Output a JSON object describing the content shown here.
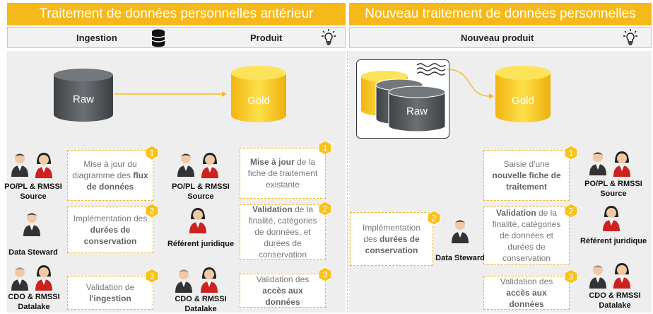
{
  "left": {
    "title": "Traitement de données personnelles antérieur",
    "ingestion_label": "Ingestion",
    "produit_label": "Produit",
    "raw_label": "Raw",
    "gold_label": "Gold",
    "ingestion_steps": [
      {
        "num": "1",
        "pre": "Mise à jour du diagramme des ",
        "bold": "flux de données",
        "post": ""
      },
      {
        "num": "2",
        "pre": "Implémentation des ",
        "bold": "durées de conservation",
        "post": ""
      },
      {
        "num": "3",
        "pre": "Validation de ",
        "bold": "l'ingestion",
        "post": ""
      }
    ],
    "produit_steps": [
      {
        "num": "1",
        "pre": "",
        "bold": "Mise à jour",
        "post": " de la fiche de traitement existante"
      },
      {
        "num": "2",
        "pre": "",
        "bold": "Validation",
        "post": " de la finalité, catégories de données, et durées de conservation"
      },
      {
        "num": "3",
        "pre": "Validation des ",
        "bold": "accès aux données",
        "post": ""
      }
    ],
    "people_left": [
      "PO/PL & RMSSI Source",
      "Data Steward",
      "CDO & RMSSI Datalake"
    ],
    "people_mid": [
      "PO/PL & RMSSI Source",
      "Référent juridique",
      "CDO & RMSSI Datalake"
    ]
  },
  "right": {
    "title": "Nouveau traitement de données personnelles",
    "produit_label": "Nouveau produit",
    "raw_label": "Raw",
    "gold_label": "Gold",
    "steward_step": {
      "num": "2",
      "pre": "Implémentation des ",
      "bold": "durées de conservation",
      "post": ""
    },
    "steward_label": "Data Steward",
    "steps": [
      {
        "num": "1",
        "pre": "Saisie d'une ",
        "bold": "nouvelle fiche de traitement",
        "post": ""
      },
      {
        "num": "2",
        "pre": "",
        "bold": "Validation",
        "post": " de la finalité, catégories de données et durées de conservation"
      },
      {
        "num": "3",
        "pre": "Validation des ",
        "bold": "accès aux données",
        "post": ""
      }
    ],
    "people": [
      "PO/PL & RMSSI Source",
      "Référent juridique",
      "CDO & RMSSI Datalake"
    ]
  },
  "colors": {
    "accent": "#f6b91a",
    "gold": "#f7c21b",
    "raw": "#555a5e"
  }
}
